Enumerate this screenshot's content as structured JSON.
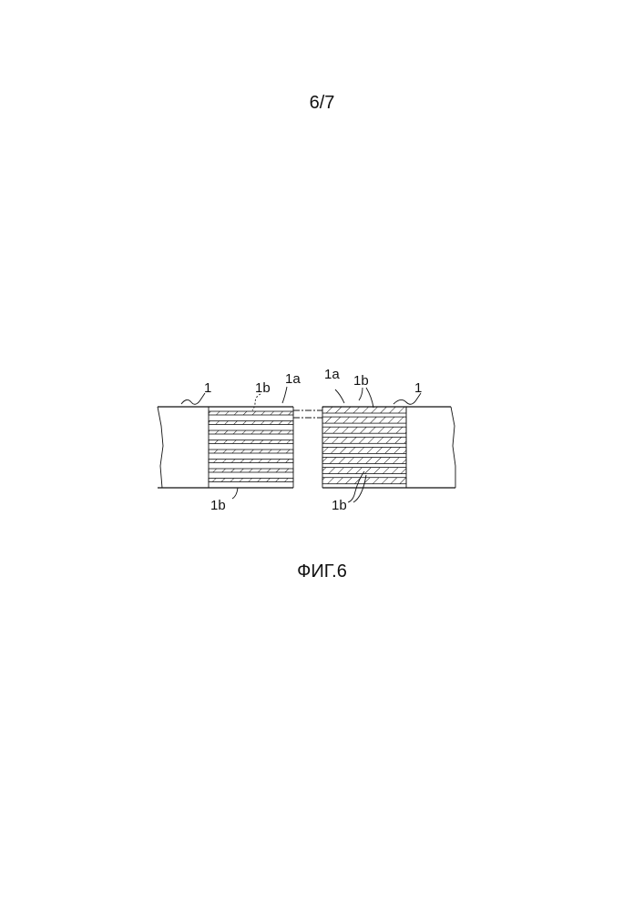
{
  "page_number": "6/7",
  "figure_caption": "ФИГ.6",
  "labels": {
    "left_1": "1",
    "left_1b_top": "1b",
    "left_1a": "1a",
    "left_1b_bottom": "1b",
    "right_1a": "1a",
    "right_1b_top": "1b",
    "right_1": "1",
    "right_1b_bottom": "1b"
  }
}
